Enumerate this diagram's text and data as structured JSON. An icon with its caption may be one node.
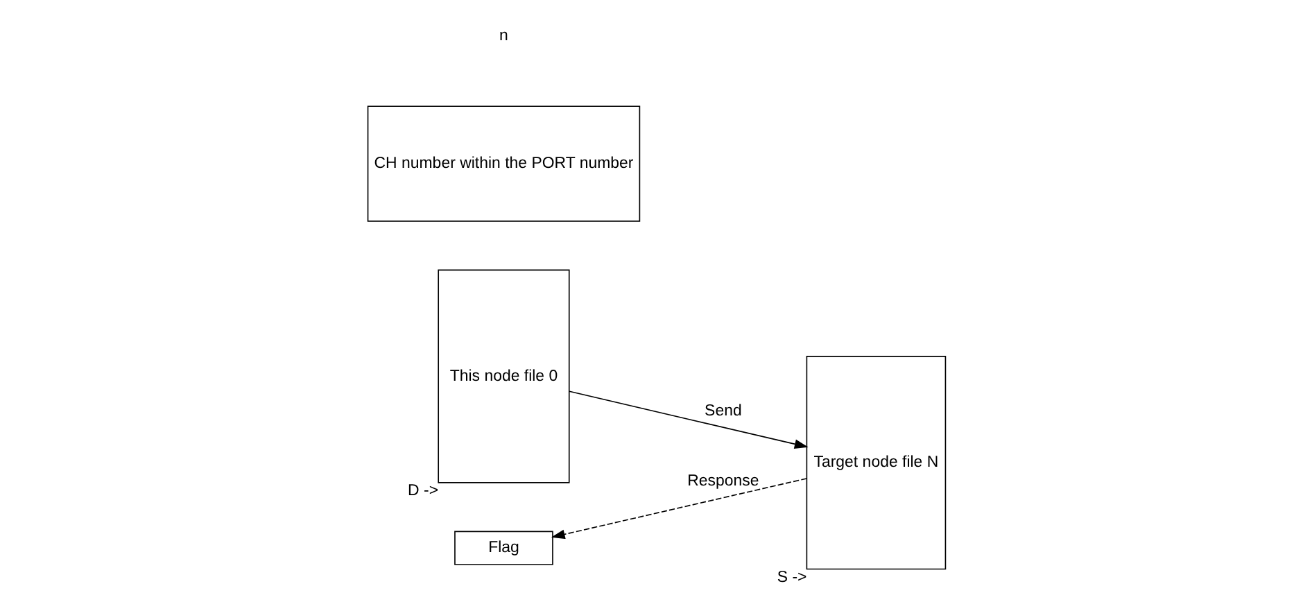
{
  "diagram": {
    "nodes": [
      {
        "text": [
          "This node file 0"
        ],
        "beside": [
          "D ->"
        ]
      },
      {
        "text": [
          "CH number within the PORT number"
        ]
      },
      {
        "text": [
          "Target node file N"
        ],
        "beside": [
          "S ->"
        ]
      },
      {
        "text": [
          "Flag"
        ]
      }
    ],
    "edges": [
      {
        "from": 0,
        "to": 2,
        "arrow": "to",
        "label": "Send"
      },
      {
        "from": 2,
        "to": 3,
        "arrow": "to",
        "label": "Response",
        "style": "dashed"
      }
    ],
    "labels": [
      "n"
    ]
  }
}
